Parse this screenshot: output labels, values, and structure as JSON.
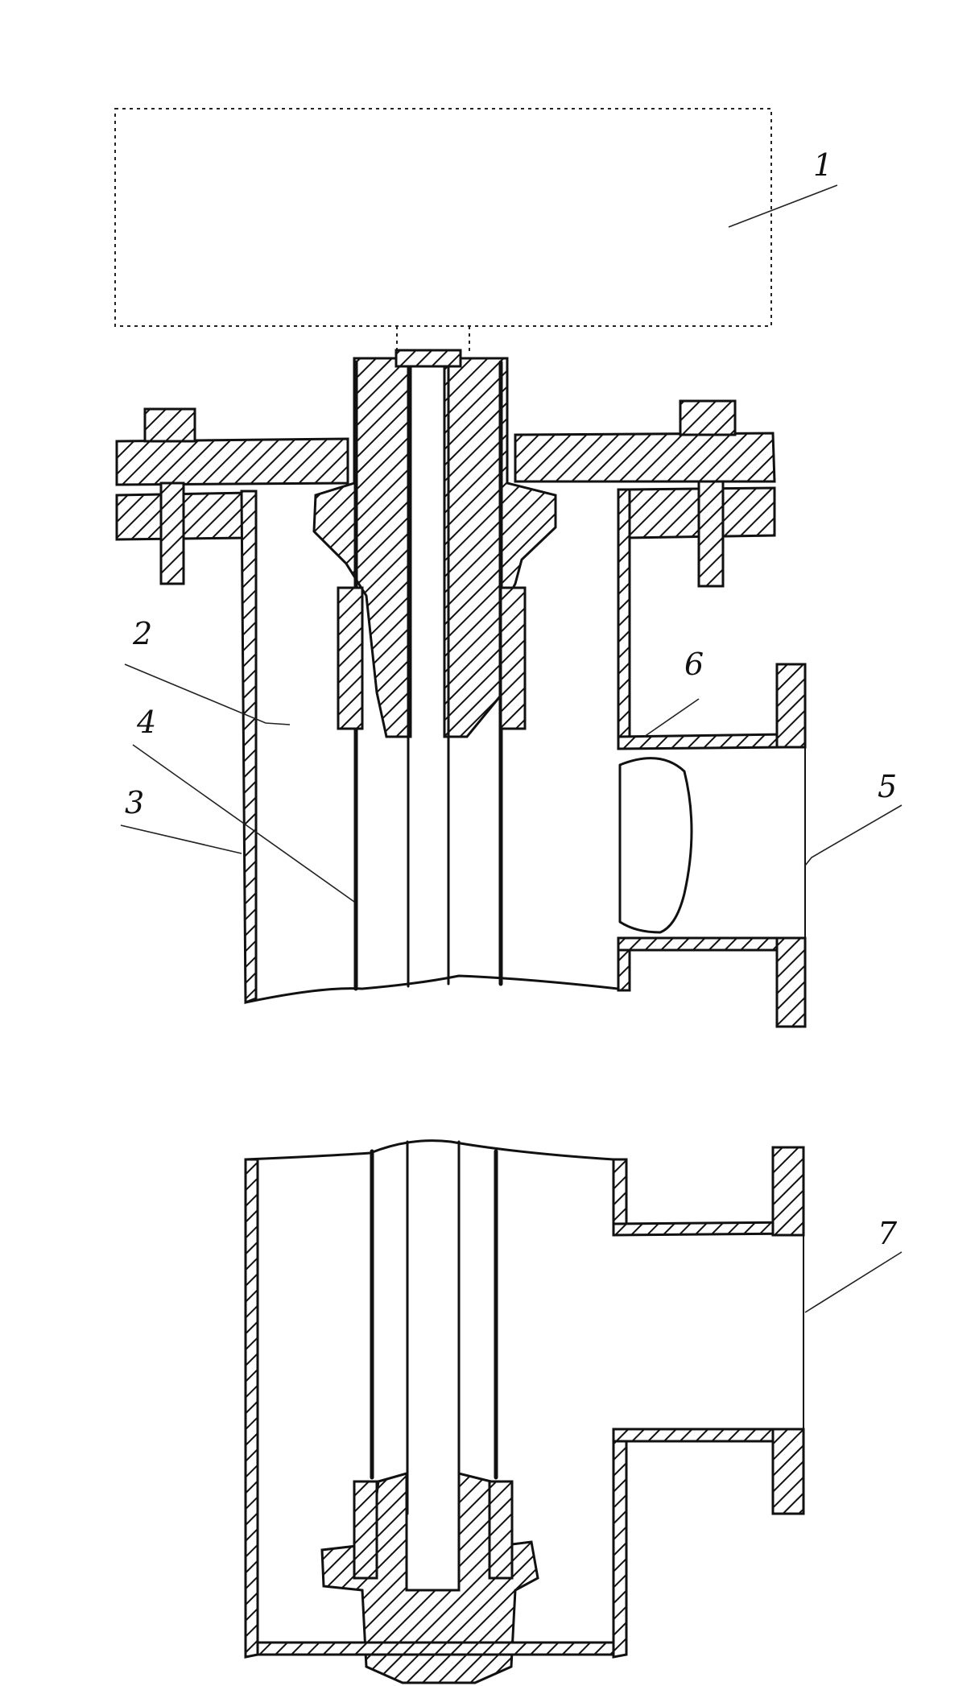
{
  "labels": {
    "part_1": "1",
    "part_2": "2",
    "part_3": "3",
    "part_4": "4",
    "part_5": "5",
    "part_6": "6",
    "part_7": "7"
  }
}
